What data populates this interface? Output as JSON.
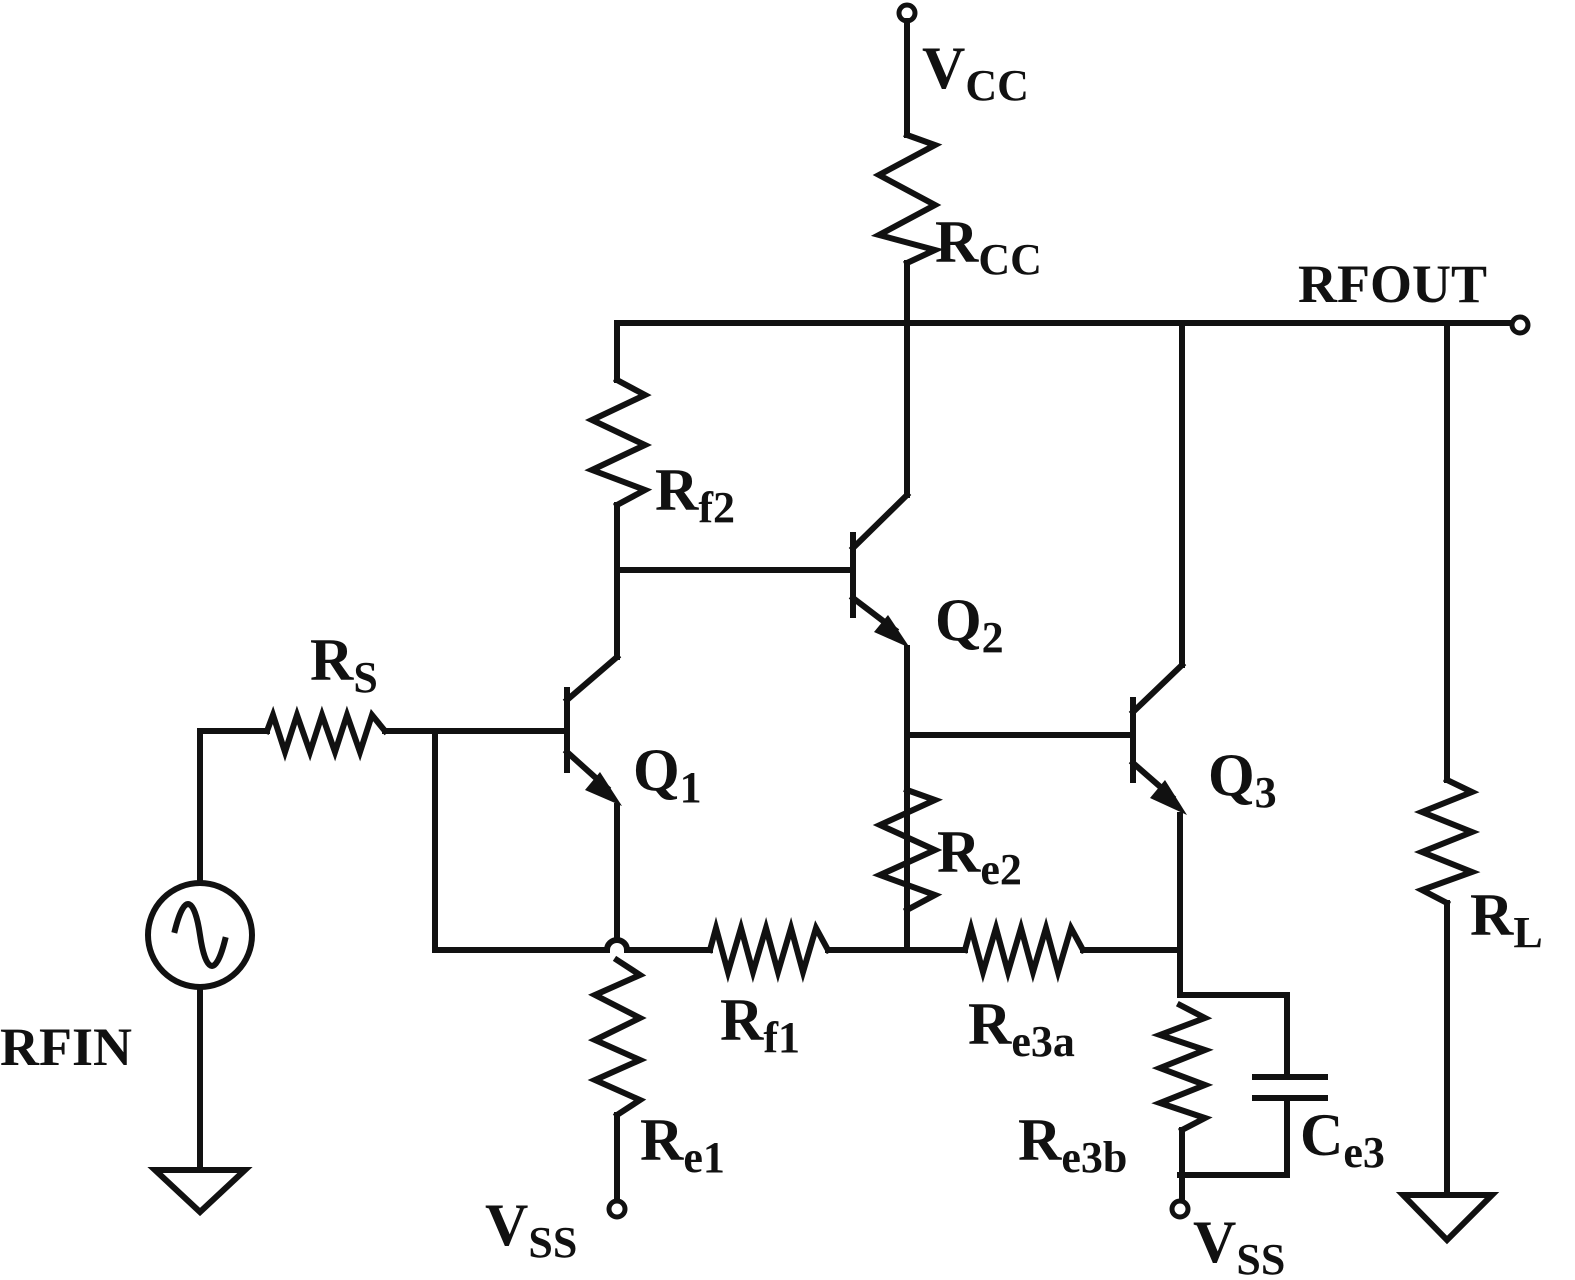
{
  "diagram": {
    "type": "circuit-schematic",
    "title": "Three-transistor feedback amplifier",
    "stroke_color": "#111111",
    "background": "#ffffff",
    "labels": {
      "vcc": {
        "main": "V",
        "sub": "CC"
      },
      "rcc": {
        "main": "R",
        "sub": "CC"
      },
      "rfout": {
        "main": "RFOUT"
      },
      "rf2": {
        "main": "R",
        "sub": "f2"
      },
      "q2": {
        "main": "Q",
        "sub": "2"
      },
      "rs": {
        "main": "R",
        "sub": "S"
      },
      "q1": {
        "main": "Q",
        "sub": "1"
      },
      "q3": {
        "main": "Q",
        "sub": "3"
      },
      "re2": {
        "main": "R",
        "sub": "e2"
      },
      "rl": {
        "main": "R",
        "sub": "L"
      },
      "rfin": {
        "main": "RFIN"
      },
      "rf1": {
        "main": "R",
        "sub": "f1"
      },
      "re3a": {
        "main": "R",
        "sub": "e3a"
      },
      "re1": {
        "main": "R",
        "sub": "e1"
      },
      "re3b": {
        "main": "R",
        "sub": "e3b"
      },
      "ce3": {
        "main": "C",
        "sub": "e3"
      },
      "vss1": {
        "main": "V",
        "sub": "SS"
      },
      "vss2": {
        "main": "V",
        "sub": "SS"
      }
    },
    "components": [
      {
        "id": "RS",
        "kind": "resistor"
      },
      {
        "id": "Rf1",
        "kind": "resistor"
      },
      {
        "id": "Rf2",
        "kind": "resistor"
      },
      {
        "id": "Re1",
        "kind": "resistor"
      },
      {
        "id": "Re2",
        "kind": "resistor"
      },
      {
        "id": "Re3a",
        "kind": "resistor"
      },
      {
        "id": "Re3b",
        "kind": "resistor"
      },
      {
        "id": "RCC",
        "kind": "resistor"
      },
      {
        "id": "RL",
        "kind": "resistor"
      },
      {
        "id": "Ce3",
        "kind": "capacitor"
      },
      {
        "id": "Q1",
        "kind": "npn-transistor"
      },
      {
        "id": "Q2",
        "kind": "npn-transistor"
      },
      {
        "id": "Q3",
        "kind": "npn-transistor"
      },
      {
        "id": "RFIN",
        "kind": "ac-source"
      }
    ]
  }
}
